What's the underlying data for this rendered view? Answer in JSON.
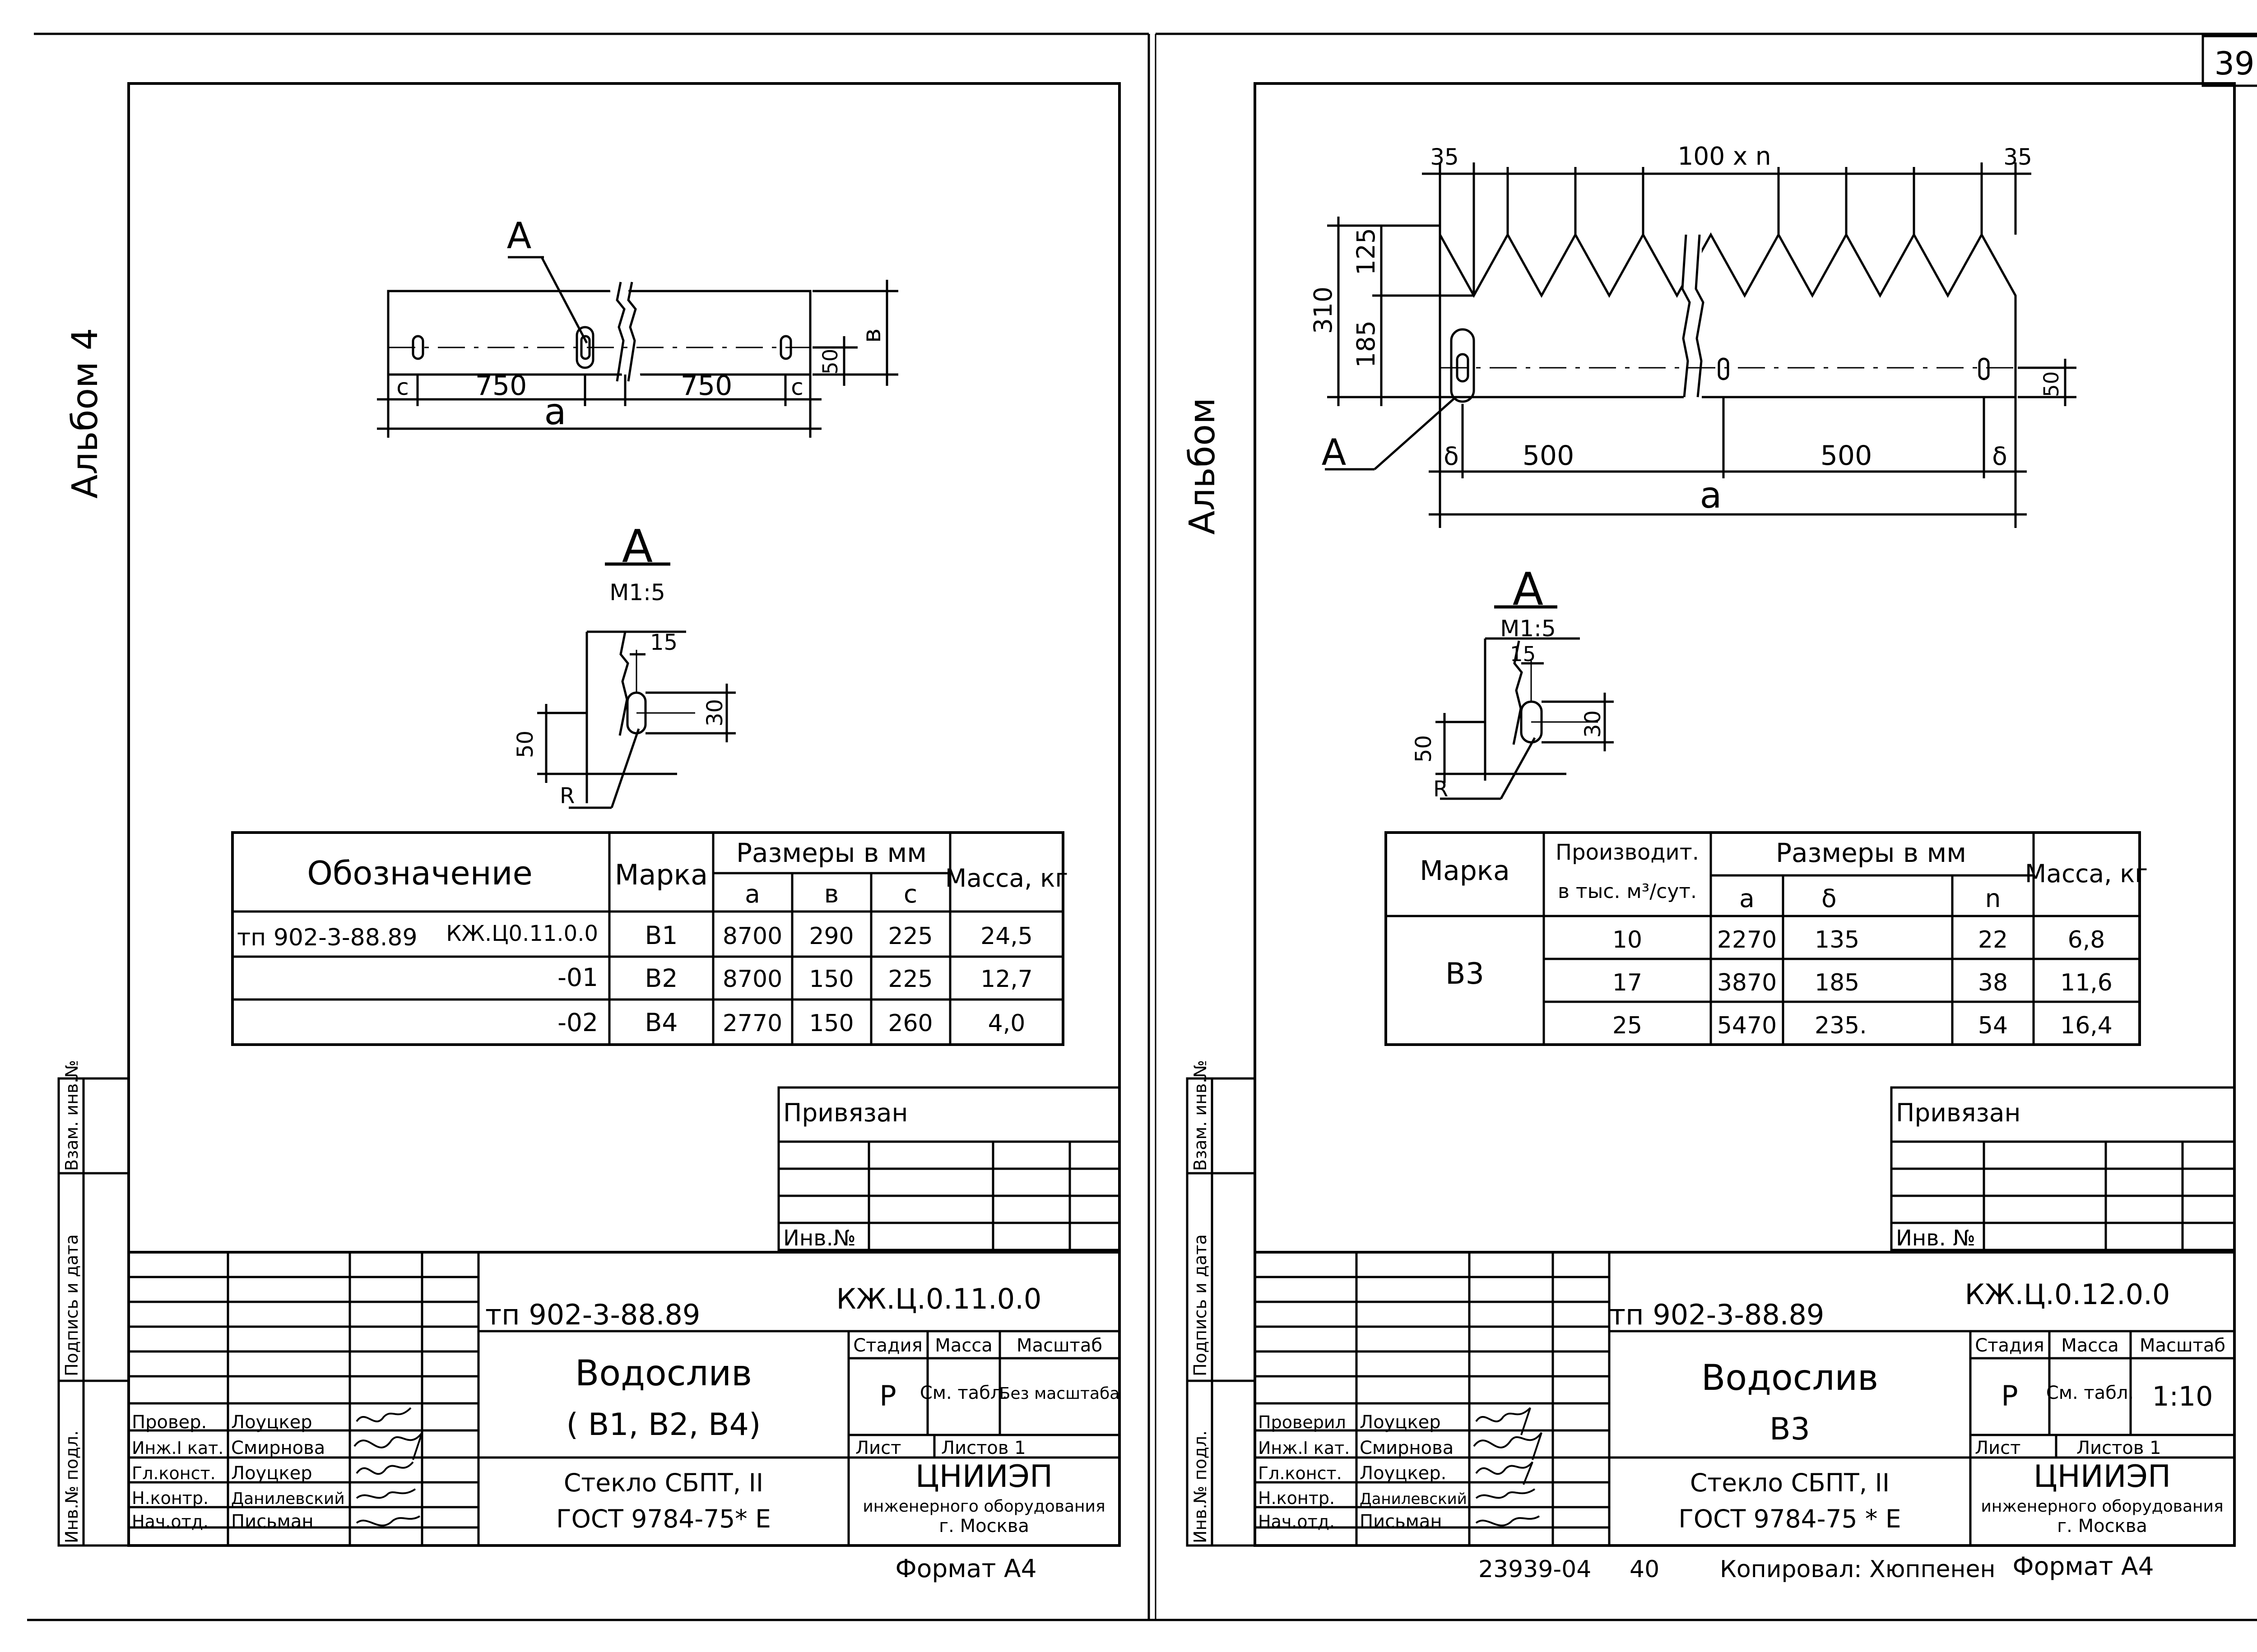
{
  "page_number": "39",
  "left_sheet": {
    "album_label": "Альбом 4",
    "detail_label": "A",
    "dims": {
      "c": "c",
      "d750": "750",
      "a": "a",
      "v": "в",
      "d50": "50"
    },
    "section": {
      "title": "A",
      "scale": "M1:5",
      "d15": "15",
      "d30": "30",
      "d50": "50",
      "r": "R"
    },
    "table": {
      "headers": {
        "designation": "Обозначение",
        "mark": "Марка",
        "sizes": "Размеры в мм",
        "a": "a",
        "b": "в",
        "c": "c",
        "mass": "Масса, кг"
      },
      "rows": [
        {
          "doc": "тп 902-3-88.89",
          "code": "КЖ.Ц0.11.0.0",
          "mark": "В1",
          "a": "8700",
          "b": "290",
          "c": "225",
          "mass": "24,5"
        },
        {
          "doc": "",
          "code": "-01",
          "mark": "В2",
          "a": "8700",
          "b": "150",
          "c": "225",
          "mass": "12,7"
        },
        {
          "doc": "",
          "code": "-02",
          "mark": "В4",
          "a": "2770",
          "b": "150",
          "c": "260",
          "mass": "4,0"
        }
      ]
    },
    "privyazan": "Привязан",
    "inv_no": "Инв.№",
    "side_stamp": [
      "Инв.№ подл.",
      "Подпись и дата",
      "Взам. инв.№"
    ],
    "title_block": {
      "doc_number": "тп 902-3-88.89",
      "code": "КЖ.Ц.0.11.0.0",
      "name_line1": "Водослив",
      "name_line2": "( В1, В2, В4)",
      "stage_h": "Стадия",
      "mass_h": "Масса",
      "scale_h": "Масштаб",
      "stage": "Р",
      "mass": "См. табл.",
      "scale": "Без масштаба",
      "sheet": "Лист",
      "sheets": "Листов 1",
      "material": "Стекло СБПТ, II",
      "gost": "ГОСТ 9784-75* Е",
      "org1": "ЦНИИЭП",
      "org2": "инженерного оборудования",
      "org3": "г. Москва",
      "people": [
        {
          "role": "Провер.",
          "name": "Лоуцкер"
        },
        {
          "role": "Инж.I кат.",
          "name": "Смирнова"
        },
        {
          "role": "Гл.конст.",
          "name": "Лоуцкер"
        },
        {
          "role": "Н.контр.",
          "name": "Данилевский"
        },
        {
          "role": "Нач.отд.",
          "name": "Письман"
        }
      ]
    },
    "format": "Формат А4"
  },
  "right_sheet": {
    "album_label": "Альбом",
    "detail_label": "A",
    "dims": {
      "d35l": "35",
      "d100n": "100 x n",
      "d35r": "35",
      "d310": "310",
      "d125": "125",
      "d185": "185",
      "delta": "δ",
      "d500": "500",
      "a": "a",
      "d50": "50"
    },
    "section": {
      "title": "A",
      "scale": "M1:5",
      "d15": "15",
      "d30": "30",
      "d50": "50",
      "r": "R"
    },
    "table": {
      "headers": {
        "mark": "Марка",
        "prod1": "Производит.",
        "prod2": "в тыс. м³/сут.",
        "sizes": "Размеры в мм",
        "a": "a",
        "delta": "δ",
        "n": "n",
        "mass": "Масса, кг"
      },
      "mark": "В3",
      "rows": [
        {
          "prod": "10",
          "a": "2270",
          "delta": "135",
          "n": "22",
          "mass": "6,8"
        },
        {
          "prod": "17",
          "a": "3870",
          "delta": "185",
          "n": "38",
          "mass": "11,6"
        },
        {
          "prod": "25",
          "a": "5470",
          "delta": "235.",
          "n": "54",
          "mass": "16,4"
        }
      ]
    },
    "privyazan": "Привязан",
    "inv_no": "Инв. №",
    "side_stamp": [
      "Инв.№ подл.",
      "Подпись и дата",
      "Взам. инв.№"
    ],
    "title_block": {
      "doc_number": "тп 902-3-88.89",
      "code": "КЖ.Ц.0.12.0.0",
      "name_line1": "Водослив",
      "name_line2": "В3",
      "stage_h": "Стадия",
      "mass_h": "Масса",
      "scale_h": "Масштаб",
      "stage": "Р",
      "mass": "См. табл.",
      "scale": "1:10",
      "sheet": "Лист",
      "sheets": "Листов 1",
      "material": "Стекло СБПТ, II",
      "gost": "ГОСТ 9784-75 * Е",
      "org1": "ЦНИИЭП",
      "org2": "инженерного оборудования",
      "org3": "г. Москва",
      "people": [
        {
          "role": "Проверил",
          "name": "Лоуцкер"
        },
        {
          "role": "Инж.I кат.",
          "name": "Смирнова"
        },
        {
          "role": "Гл.конст.",
          "name": "Лоуцкер."
        },
        {
          "role": "Н.контр.",
          "name": "Данилевский"
        },
        {
          "role": "Нач.отд.",
          "name": "Письман"
        }
      ]
    },
    "footer_code": "23939-04",
    "footer_num": "40",
    "copied": "Копировал: Хюппенен",
    "format": "Формат А4"
  }
}
